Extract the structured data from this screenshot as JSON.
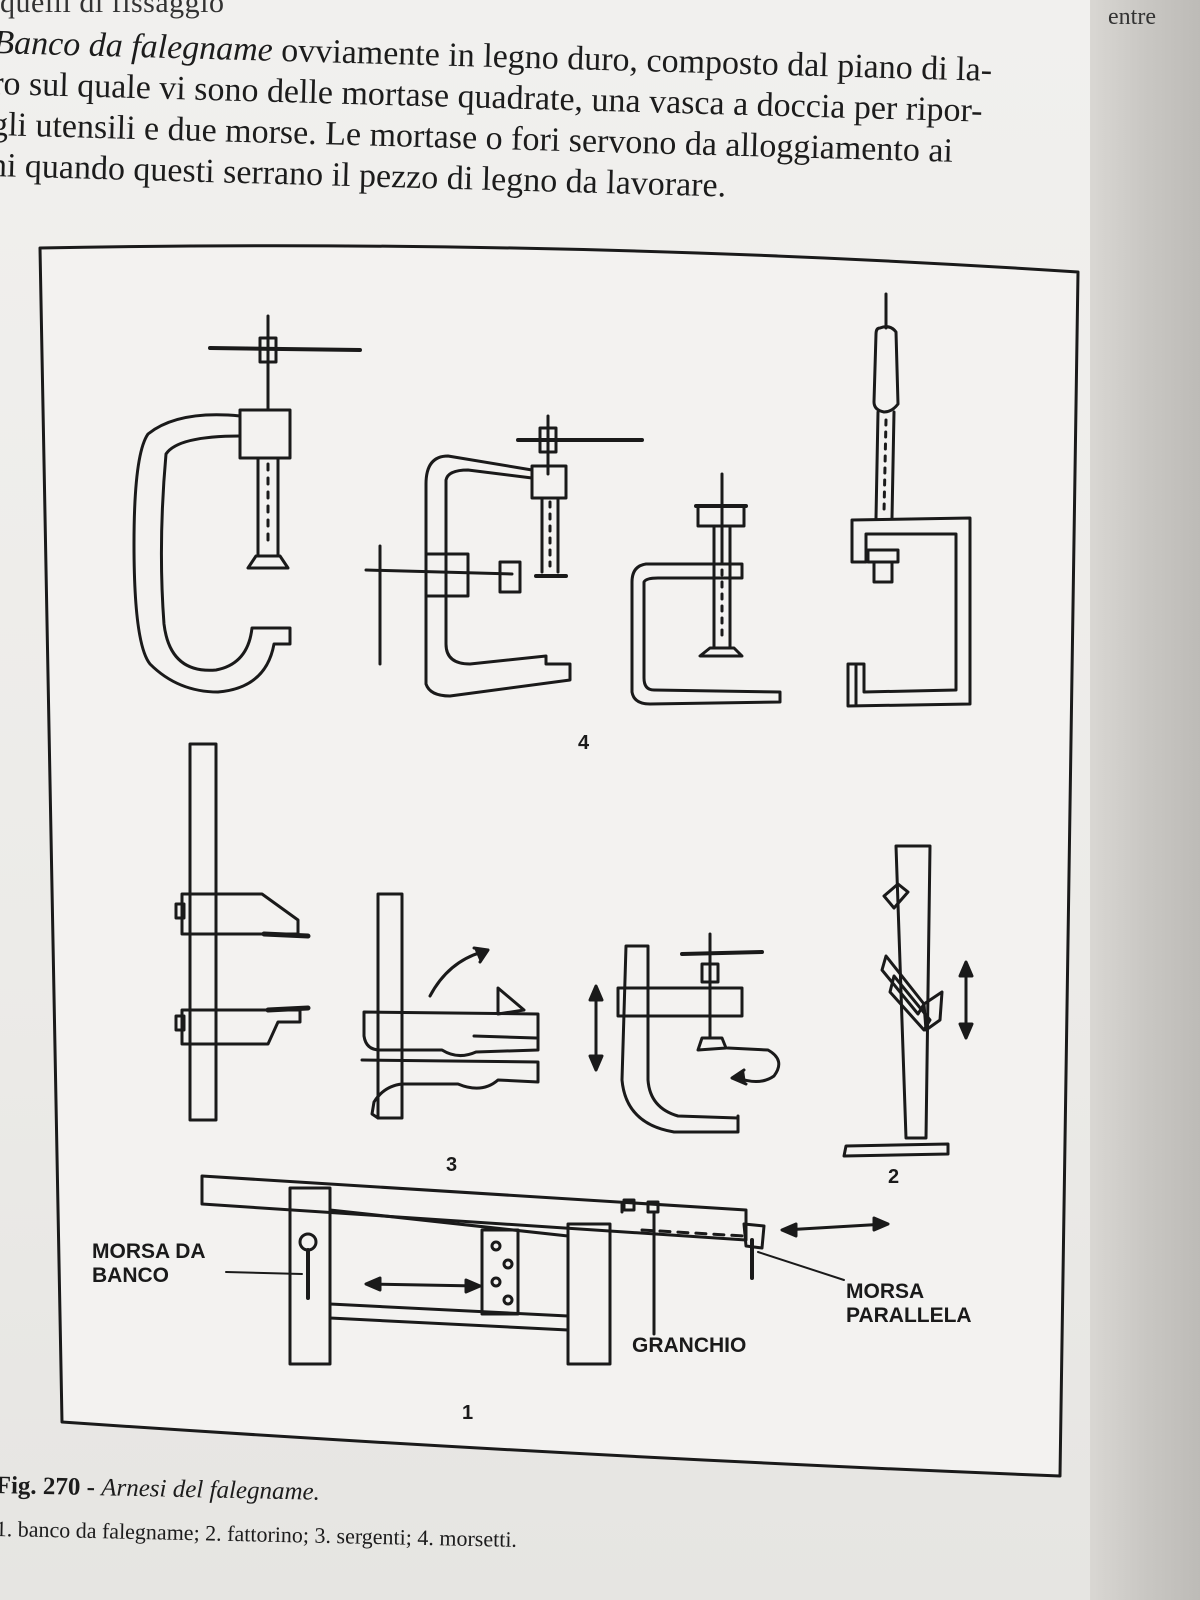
{
  "header": {
    "top_fragment": "quelli di fissaggio",
    "corner_fragment": "entre"
  },
  "body": {
    "lines": [
      {
        "lead_italic": "Banco da falegname",
        "rest": " ovviamente in legno duro, composto dal piano di la-"
      },
      {
        "lead_italic": "",
        "rest": "ro sul quale vi sono delle mortase quadrate, una vasca a doccia per ripor-"
      },
      {
        "lead_italic": "",
        "rest": "gli utensili e due morse. Le mortase o fori servono da alloggiamento ai"
      },
      {
        "lead_italic": "",
        "rest": "ni quando questi serrano il pezzo di legno da lavorare."
      }
    ]
  },
  "figure": {
    "labels": {
      "morsa_da_banco": "MORSA DA\nBANCO",
      "morsa_parallela": "MORSA\nPARALLELA",
      "granchio": "GRANCHIO"
    },
    "numbers": {
      "n1": "1",
      "n2": "2",
      "n3": "3",
      "n4": "4"
    }
  },
  "caption": {
    "fig_number": "Fig. 270 -",
    "fig_title": "Arnesi del falegname.",
    "legend": "1. banco da falegname; 2. fattorino; 3. sergenti; 4. morsetti."
  }
}
